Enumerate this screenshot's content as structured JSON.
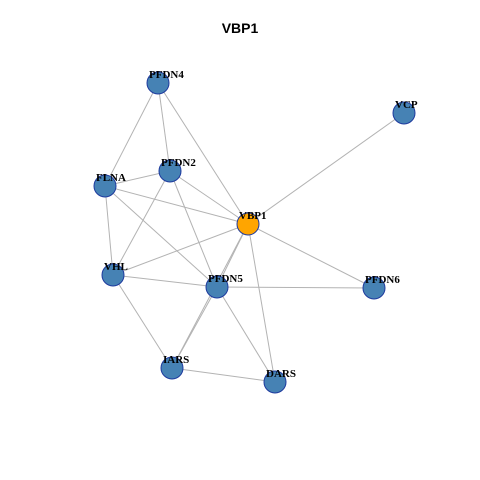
{
  "title": "VBP1",
  "colors": {
    "hub_fill": "#FFA500",
    "node_fill": "#4682B4",
    "node_stroke": "#1E3A9E",
    "edge": "#B3B3B3"
  },
  "nodes": [
    {
      "id": "PFDN4",
      "label": "PFDN4",
      "hub": false
    },
    {
      "id": "VCP",
      "label": "VCP",
      "hub": false
    },
    {
      "id": "PFDN2",
      "label": "PFDN2",
      "hub": false
    },
    {
      "id": "FLNA",
      "label": "FLNA",
      "hub": false
    },
    {
      "id": "VBP1",
      "label": "VBP1",
      "hub": true
    },
    {
      "id": "VHL",
      "label": "VHL",
      "hub": false
    },
    {
      "id": "PFDN5",
      "label": "PFDN5",
      "hub": false
    },
    {
      "id": "PFDN6",
      "label": "PFDN6",
      "hub": false
    },
    {
      "id": "IARS",
      "label": "IARS",
      "hub": false
    },
    {
      "id": "DARS",
      "label": "DARS",
      "hub": false
    }
  ],
  "edges": [
    [
      "PFDN4",
      "FLNA"
    ],
    [
      "PFDN4",
      "PFDN2"
    ],
    [
      "PFDN4",
      "VBP1"
    ],
    [
      "VCP",
      "VBP1"
    ],
    [
      "FLNA",
      "PFDN2"
    ],
    [
      "FLNA",
      "VBP1"
    ],
    [
      "FLNA",
      "VHL"
    ],
    [
      "FLNA",
      "PFDN5"
    ],
    [
      "PFDN2",
      "VHL"
    ],
    [
      "PFDN2",
      "PFDN5"
    ],
    [
      "PFDN2",
      "VBP1"
    ],
    [
      "VBP1",
      "VHL"
    ],
    [
      "VBP1",
      "PFDN5"
    ],
    [
      "VBP1",
      "PFDN6"
    ],
    [
      "VBP1",
      "IARS"
    ],
    [
      "VBP1",
      "DARS"
    ],
    [
      "VHL",
      "PFDN5"
    ],
    [
      "VHL",
      "IARS"
    ],
    [
      "PFDN5",
      "PFDN6"
    ],
    [
      "PFDN5",
      "IARS"
    ],
    [
      "PFDN5",
      "DARS"
    ],
    [
      "IARS",
      "DARS"
    ]
  ]
}
